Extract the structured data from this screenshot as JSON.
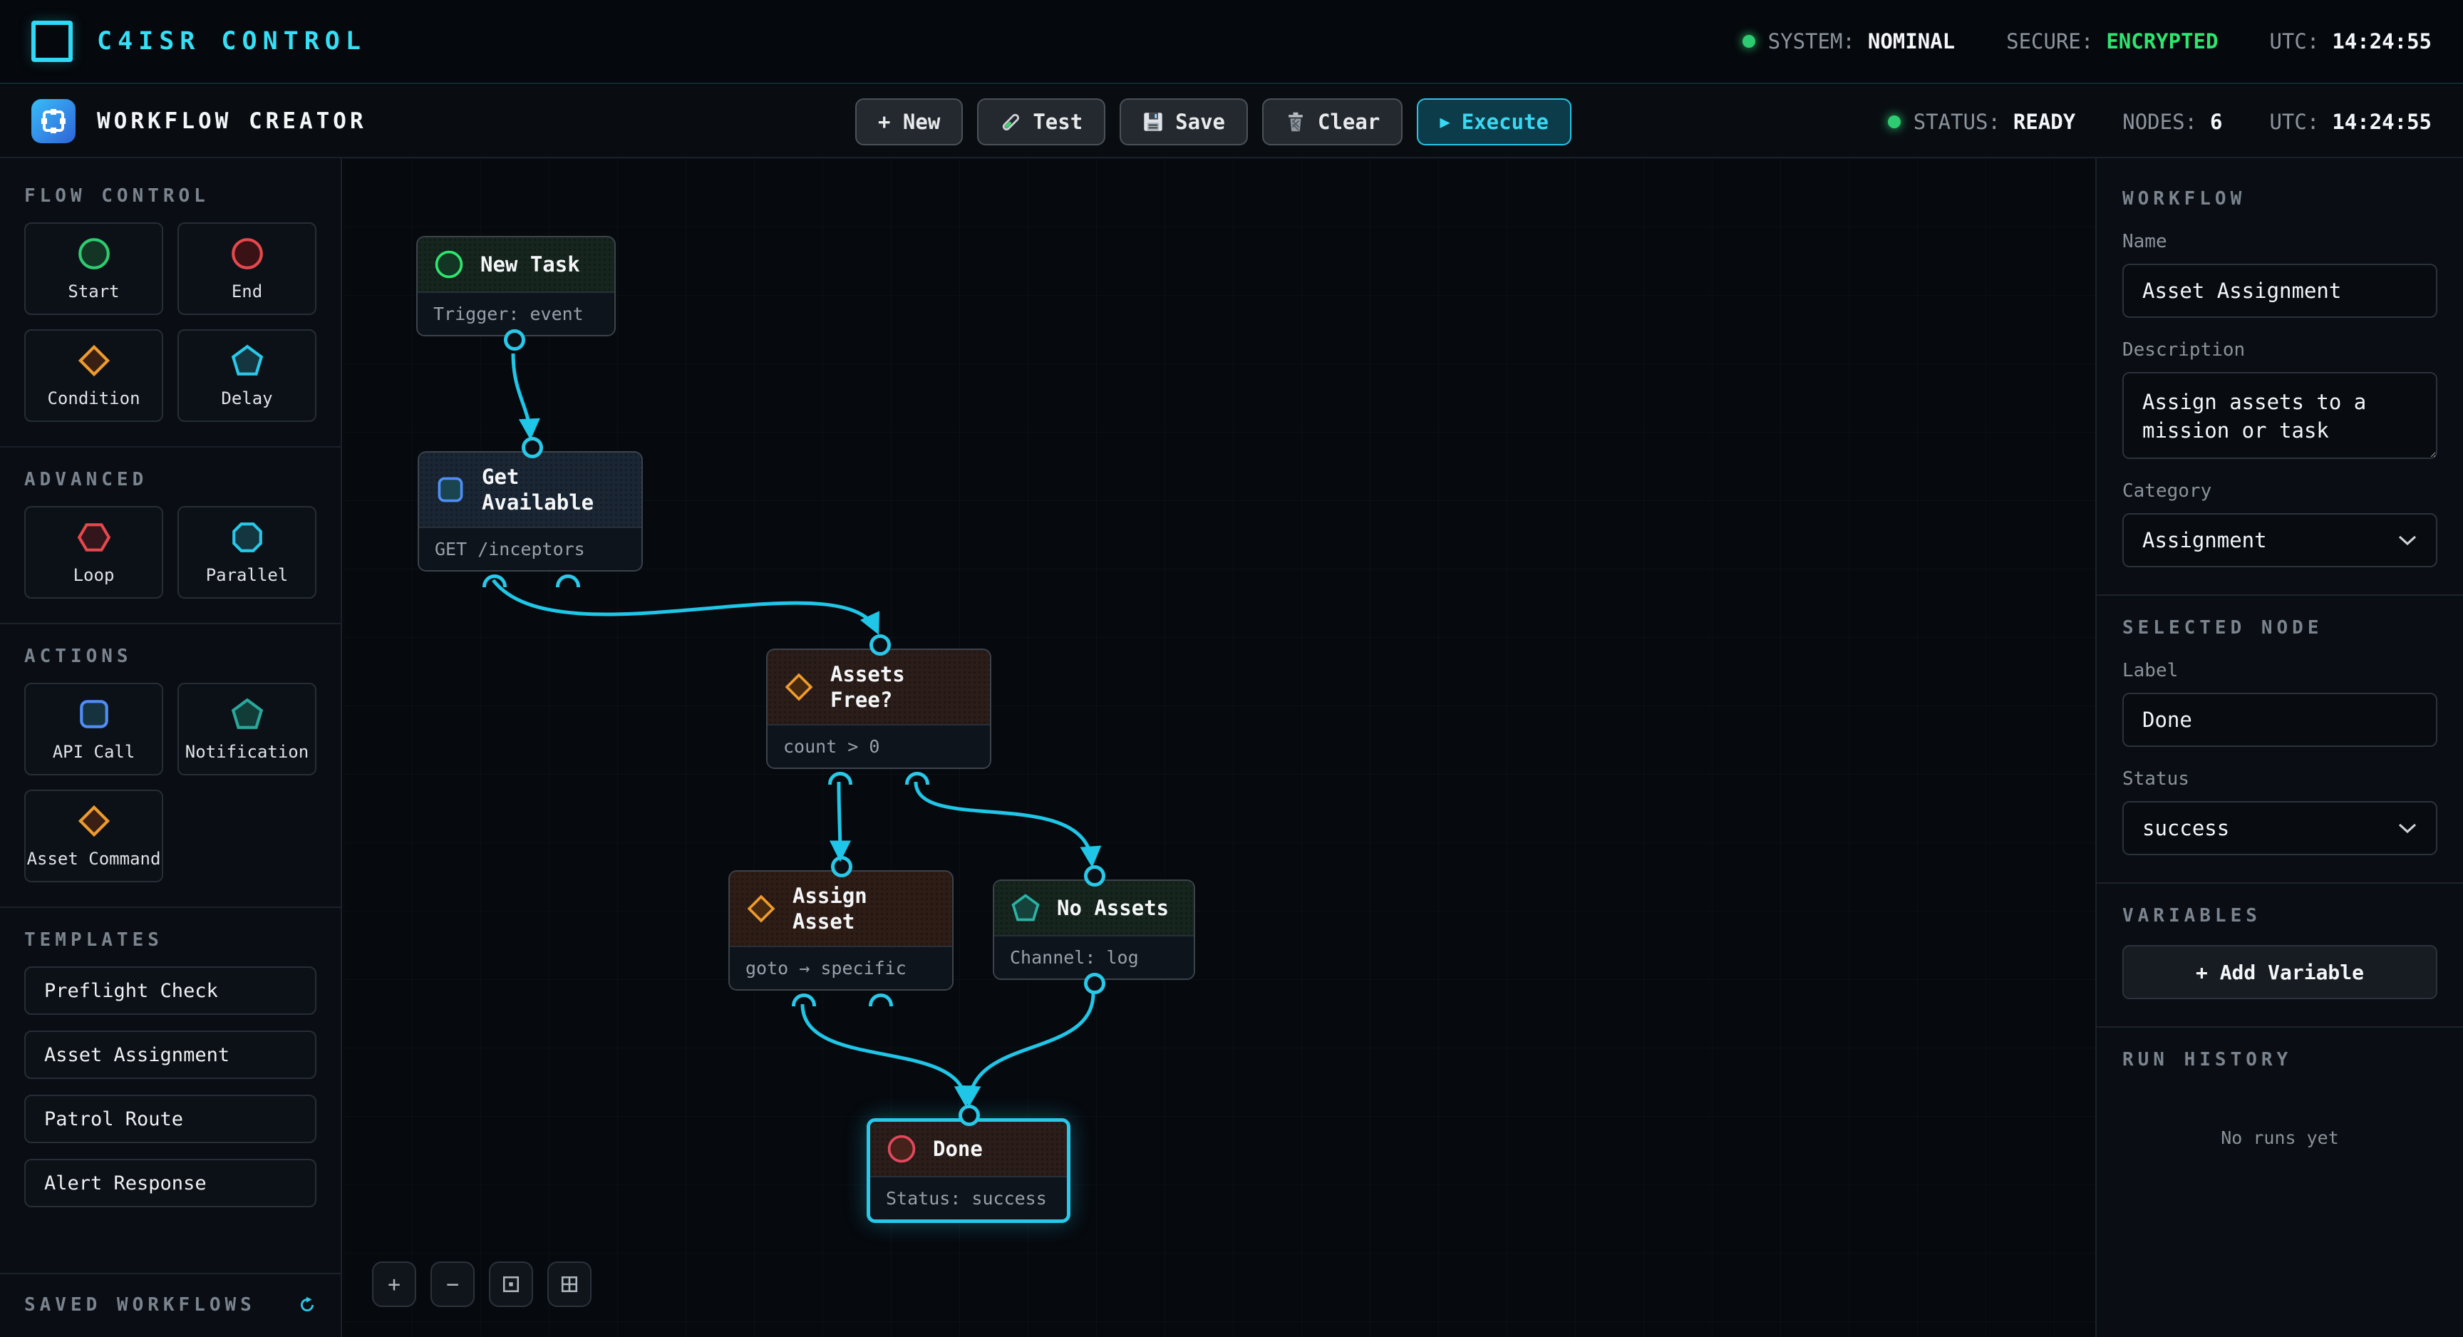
{
  "colors": {
    "accent_cyan": "#2cc9e8",
    "edge_cyan": "#1fc6e7",
    "green": "#2ecc71",
    "red": "#e5484d",
    "orange": "#ee9b2d",
    "blue": "#4f8ef7",
    "teal": "#2aa79b"
  },
  "header": {
    "title": "C4ISR CONTROL",
    "system_label": "SYSTEM:",
    "system_value": "NOMINAL",
    "secure_label": "SECURE:",
    "secure_value": "ENCRYPTED",
    "utc_label": "UTC:",
    "utc_value": "14:24:55"
  },
  "toolbar": {
    "app_title": "WORKFLOW CREATOR",
    "new_label": "+ New",
    "test_label": "Test",
    "save_label": "Save",
    "clear_label": "Clear",
    "execute_icon": "▶",
    "execute_label": "Execute",
    "status_label": "STATUS:",
    "status_value": "READY",
    "nodes_label": "NODES:",
    "nodes_value": "6",
    "utc_label": "UTC:",
    "utc_value": "14:24:55"
  },
  "palette": {
    "sections": [
      {
        "title": "FLOW CONTROL",
        "items": [
          {
            "label": "Start",
            "icon": "circle-green-icon"
          },
          {
            "label": "End",
            "icon": "circle-red-icon"
          },
          {
            "label": "Condition",
            "icon": "diamond-orange-icon"
          },
          {
            "label": "Delay",
            "icon": "pentagon-cyan-icon"
          }
        ]
      },
      {
        "title": "ADVANCED",
        "items": [
          {
            "label": "Loop",
            "icon": "hexagon-red-icon"
          },
          {
            "label": "Parallel",
            "icon": "octagon-cyan-icon"
          }
        ]
      },
      {
        "title": "ACTIONS",
        "items": [
          {
            "label": "API Call",
            "icon": "square-blue-icon"
          },
          {
            "label": "Notification",
            "icon": "pentagon-teal-icon"
          },
          {
            "label": "Asset Command",
            "icon": "diamond-orange-icon"
          }
        ]
      }
    ]
  },
  "templates": {
    "title": "TEMPLATES",
    "items": [
      "Preflight Check",
      "Asset Assignment",
      "Patrol Route",
      "Alert Response"
    ]
  },
  "saved": {
    "title": "SAVED WORKFLOWS"
  },
  "canvas": {
    "nodes": [
      {
        "title": "New Task",
        "subtitle": "Trigger: event",
        "icon": "circle-green-icon"
      },
      {
        "title": "Get Available",
        "subtitle": "GET /inceptors",
        "icon": "square-blue-icon"
      },
      {
        "title": "Assets Free?",
        "subtitle": "count > 0",
        "icon": "diamond-orange-icon"
      },
      {
        "title": "Assign Asset",
        "subtitle": "goto → specific",
        "icon": "diamond-orange-icon"
      },
      {
        "title": "No Assets",
        "subtitle": "Channel: log",
        "icon": "pentagon-teal-icon"
      },
      {
        "title": "Done",
        "subtitle": "Status: success",
        "icon": "circle-red-icon"
      }
    ],
    "controls": {
      "zoom_in": "+",
      "zoom_out": "−"
    }
  },
  "panel": {
    "workflow": {
      "title": "WORKFLOW",
      "name_label": "Name",
      "name_value": "Asset Assignment",
      "desc_label": "Description",
      "desc_value": "Assign assets to a mission or task",
      "category_label": "Category",
      "category_value": "Assignment"
    },
    "selected": {
      "title": "SELECTED NODE",
      "label_label": "Label",
      "label_value": "Done",
      "status_label": "Status",
      "status_value": "success"
    },
    "variables": {
      "title": "VARIABLES",
      "add_button": "+ Add Variable"
    },
    "history": {
      "title": "RUN HISTORY",
      "empty": "No runs yet"
    }
  }
}
